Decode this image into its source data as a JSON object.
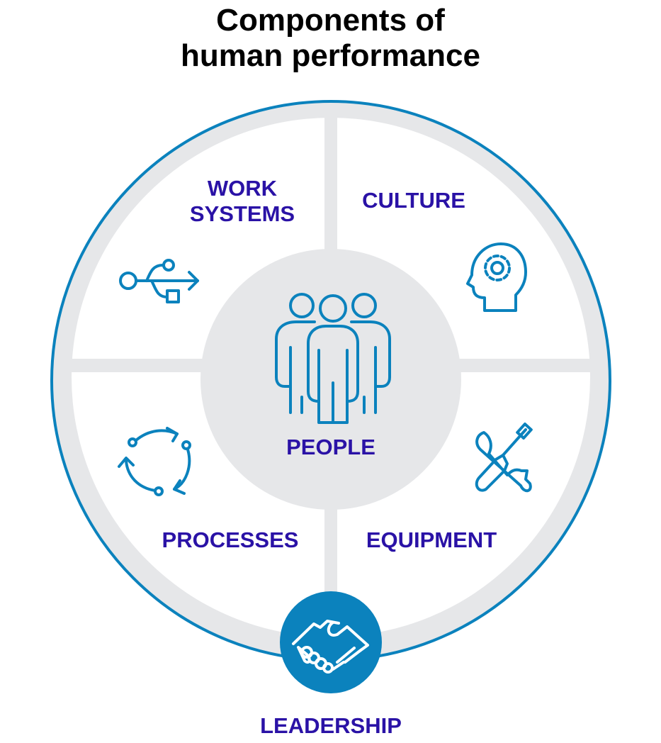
{
  "title": {
    "line1": "Components of",
    "line2": "human performance"
  },
  "center": {
    "label": "PEOPLE",
    "icon": "people-group-icon"
  },
  "quadrants": [
    {
      "line1": "WORK",
      "line2": "SYSTEMS",
      "icon": "usb-icon"
    },
    {
      "label": "CULTURE",
      "icon": "head-gear-icon"
    },
    {
      "label": "PROCESSES",
      "icon": "cycle-arrows-icon"
    },
    {
      "label": "EQUIPMENT",
      "icon": "wrench-screwdriver-icon"
    }
  ],
  "bottom": {
    "label": "LEADERSHIP",
    "icon": "handshake-icon"
  },
  "colors": {
    "accent": "#0b82bd",
    "label": "#2a12a6",
    "ring": "#e6e7e9"
  }
}
